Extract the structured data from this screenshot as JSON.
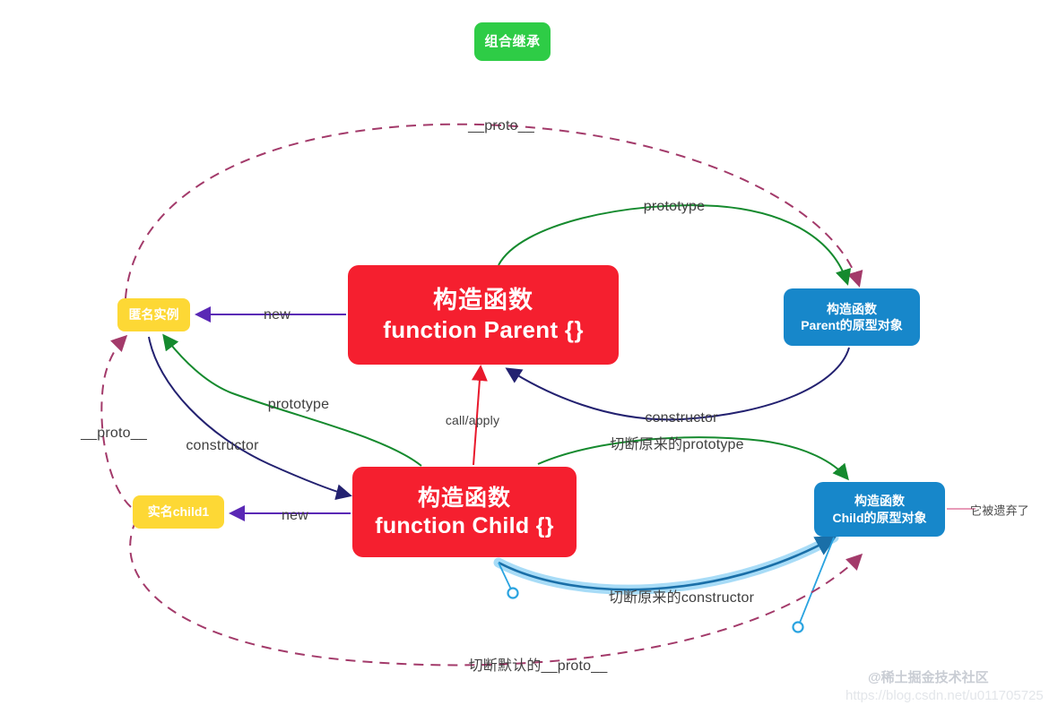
{
  "diagram": {
    "title": "组合继承",
    "nodes": {
      "title_box": {
        "label": "组合继承",
        "color": "#2ecc46"
      },
      "parent": {
        "line1": "构造函数",
        "line2": "function Parent {}",
        "color": "#f51f2f"
      },
      "child": {
        "line1": "构造函数",
        "line2": "function Child {}",
        "color": "#f51f2f"
      },
      "parent_proto": {
        "line1": "构造函数",
        "line2": "Parent的原型对象",
        "color": "#1787ca"
      },
      "child_proto": {
        "line1": "构造函数",
        "line2": "Child的原型对象",
        "color": "#1787ca"
      },
      "anon_instance": {
        "label": "匿名实例",
        "color": "#fdd835"
      },
      "named_child": {
        "label": "实名child1",
        "color": "#fdd835"
      }
    },
    "edges": [
      {
        "id": "top-proto",
        "label": "__proto__",
        "color": "#a33a6a",
        "style": "dashed",
        "from": "anon_instance",
        "to": "parent_proto"
      },
      {
        "id": "parent-prototype",
        "label": "prototype",
        "color": "#158a2e",
        "style": "solid",
        "from": "parent",
        "to": "parent_proto"
      },
      {
        "id": "parent-new",
        "label": "new",
        "color": "#5a28b5",
        "style": "solid",
        "from": "parent",
        "to": "anon_instance"
      },
      {
        "id": "anon-prototype",
        "label": "prototype",
        "color": "#158a2e",
        "style": "solid",
        "from": "child",
        "to": "anon_instance"
      },
      {
        "id": "child-constructor",
        "label": "constructor",
        "color": "#232170",
        "style": "solid",
        "from": "anon_instance",
        "to": "child"
      },
      {
        "id": "call-apply",
        "label": "call/apply",
        "color": "#e8192c",
        "style": "solid",
        "from": "child",
        "to": "parent"
      },
      {
        "id": "proto-constructor",
        "label": "constructor",
        "color": "#232170",
        "style": "solid",
        "from": "parent_proto",
        "to": "parent"
      },
      {
        "id": "cut-prototype",
        "label": "切断原来的prototype",
        "color": "#158a2e",
        "style": "solid",
        "from": "child",
        "to": "child_proto"
      },
      {
        "id": "child-new",
        "label": "new",
        "color": "#5a28b5",
        "style": "solid",
        "from": "child",
        "to": "named_child"
      },
      {
        "id": "left-proto",
        "label": "__proto__",
        "color": "#a33a6a",
        "style": "dashed",
        "from": "named_child",
        "to": "anon_instance"
      },
      {
        "id": "cut-constructor",
        "label": "切断原来的constructor",
        "color": "#1a8fd1",
        "style": "solid-selected",
        "from": "child_proto",
        "to": "child"
      },
      {
        "id": "cut-default-proto",
        "label": "切断默认的__proto__",
        "color": "#a33a6a",
        "style": "dashed",
        "from": "named_child",
        "to": "child_proto"
      },
      {
        "id": "abandoned-note",
        "label": "它被遗弃了",
        "color": "#e89bb8",
        "style": "solid",
        "from": "child_proto",
        "to": "note"
      }
    ]
  },
  "watermarks": {
    "community": "@稀土掘金技术社区",
    "url": "https://blog.csdn.net/u011705725"
  }
}
